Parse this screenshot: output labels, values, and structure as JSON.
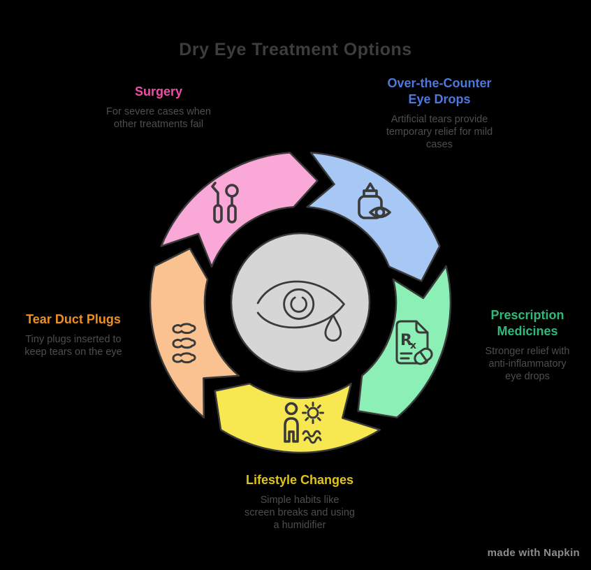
{
  "title": "Dry Eye Treatment Options",
  "watermark": "made with Napkin",
  "background_color": "#000000",
  "outline_color": "#3a3a3a",
  "center_fill": "#d6d6d6",
  "text_colors": {
    "title": "#3d3d3d",
    "subtext": "#4e4e4e",
    "watermark": "#8d8d8d"
  },
  "center_icon": "eye-with-tear-icon",
  "segments": [
    {
      "id": "surgery",
      "heading_lines": [
        "Surgery"
      ],
      "heading_color": "#ed4fa8",
      "fill": "#f9a8d8",
      "icon": "surgical-tools-icon",
      "description_lines": [
        "For severe cases when",
        "other treatments fail"
      ]
    },
    {
      "id": "otc-eye-drops",
      "heading_lines": [
        "Over-the-Counter",
        "Eye Drops"
      ],
      "heading_color": "#4d78e0",
      "fill": "#a7c7f5",
      "icon": "eye-drops-bottle-icon",
      "description_lines": [
        "Artificial tears provide",
        "temporary relief for mild",
        "cases"
      ]
    },
    {
      "id": "prescription-medicines",
      "heading_lines": [
        "Prescription",
        "Medicines"
      ],
      "heading_color": "#2eb87a",
      "fill": "#8cefb5",
      "icon": "rx-document-pill-icon",
      "description_lines": [
        "Stronger relief with",
        "anti-inflammatory",
        "eye drops"
      ]
    },
    {
      "id": "tear-duct-plugs",
      "heading_lines": [
        "Tear Duct Plugs"
      ],
      "heading_color": "#ef8f1f",
      "fill": "#f9c290",
      "icon": "punctal-plugs-icon",
      "description_lines": [
        "Tiny plugs inserted to",
        "keep tears on the eye"
      ]
    },
    {
      "id": "lifestyle-changes",
      "heading_lines": [
        "Lifestyle Changes"
      ],
      "heading_color": "#e0c515",
      "fill": "#f7e751",
      "icon": "person-sun-icon",
      "description_lines": [
        "Simple habits like",
        "screen breaks and using",
        "a humidifier"
      ]
    }
  ]
}
